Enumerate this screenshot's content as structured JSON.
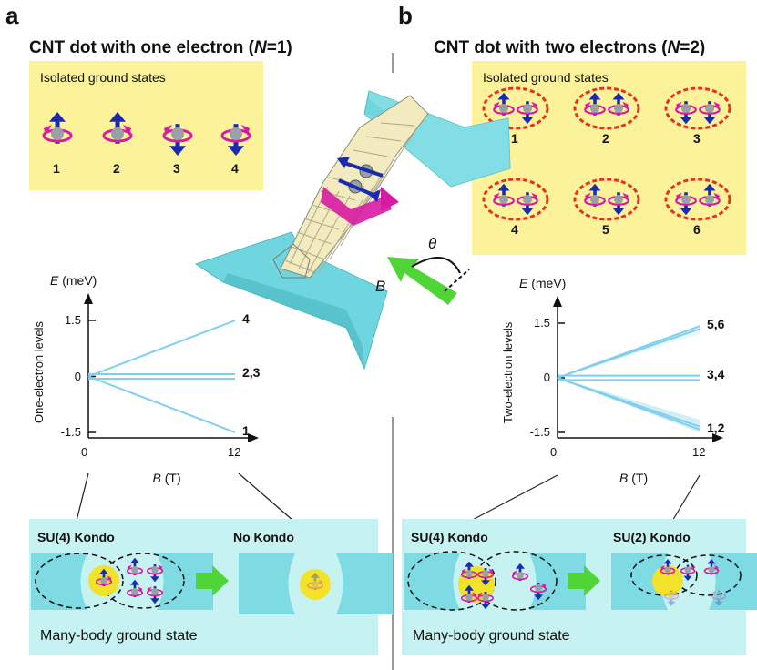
{
  "panel_a": {
    "letter": "a",
    "title_prefix": "CNT dot with one electron (",
    "title_n": "N",
    "title_suffix": "=1)",
    "states_title": "Isolated ground states",
    "states": [
      "1",
      "2",
      "3",
      "4"
    ],
    "kondo_left": "SU(4)  Kondo",
    "kondo_right": "No Kondo",
    "many_body": "Many-body ground state"
  },
  "panel_b": {
    "letter": "b",
    "title_prefix": "CNT dot with two electrons (",
    "title_n": "N",
    "title_suffix": "=2)",
    "states_title": "Isolated ground states",
    "states": [
      "1",
      "2",
      "3",
      "4",
      "5",
      "6"
    ],
    "kondo_left": "SU(4)  Kondo",
    "kondo_right": "SU(2) Kondo",
    "many_body": "Many-body ground state"
  },
  "field": {
    "theta": "θ",
    "b": "B"
  },
  "chart_data": [
    {
      "type": "line",
      "ylabel": "One-electron levels",
      "yunit_sym": "E",
      "yunit": "(meV)",
      "xlabel_sym": "B",
      "xlabel": "(T)",
      "xticks": [
        "0",
        "12"
      ],
      "yticks": [
        "1.5",
        "0",
        "-1.5"
      ],
      "xlim": [
        0,
        12
      ],
      "ylim": [
        -1.5,
        1.5
      ],
      "series": [
        {
          "label": "4",
          "x": [
            0,
            12
          ],
          "y": [
            0,
            1.5
          ]
        },
        {
          "label": "2,3",
          "x": [
            0,
            12
          ],
          "y": [
            0.06,
            0.06
          ]
        },
        {
          "label": "",
          "x": [
            0,
            12
          ],
          "y": [
            -0.06,
            -0.06
          ]
        },
        {
          "label": "1",
          "x": [
            0,
            12
          ],
          "y": [
            0,
            -1.5
          ]
        }
      ]
    },
    {
      "type": "line",
      "ylabel": "Two-electron levels",
      "yunit_sym": "E",
      "yunit": "(meV)",
      "xlabel_sym": "B",
      "xlabel": "(T)",
      "xticks": [
        "0",
        "12"
      ],
      "yticks": [
        "1.5",
        "0",
        "-1.5"
      ],
      "xlim": [
        0,
        12
      ],
      "ylim": [
        -1.5,
        1.5
      ],
      "series": [
        {
          "label": "5,6",
          "x": [
            0,
            12
          ],
          "y": [
            0,
            1.42
          ]
        },
        {
          "label": "",
          "x": [
            0,
            12
          ],
          "y": [
            0,
            1.34
          ]
        },
        {
          "label": "3,4",
          "x": [
            0,
            12
          ],
          "y": [
            0.06,
            0.06
          ]
        },
        {
          "label": "",
          "x": [
            0,
            12
          ],
          "y": [
            -0.06,
            -0.06
          ]
        },
        {
          "label": "1,2",
          "x": [
            0,
            12
          ],
          "y": [
            0,
            -1.42
          ]
        },
        {
          "label": "",
          "x": [
            0,
            12
          ],
          "y": [
            0,
            -1.34
          ]
        }
      ]
    }
  ],
  "colors": {
    "yellow_box": "#fbf29a",
    "cyan_box": "#c6f3f1",
    "line": "#7fcfee",
    "spin": "#1a2bb0",
    "orbit": "#d81ba3",
    "arrow": "#4fd636",
    "electrode": "#6fd6df"
  }
}
